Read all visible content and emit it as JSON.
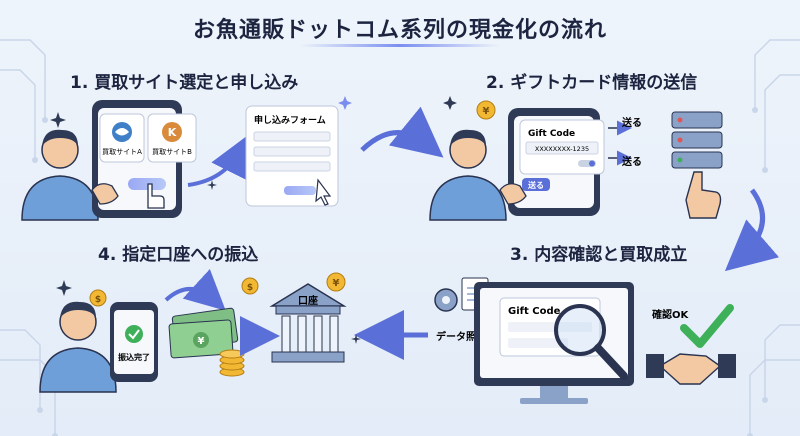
{
  "title": "お魚通販ドットコム系列の現金化の流れ",
  "steps": {
    "step1": {
      "title": "1. 買取サイト選定と申し込み",
      "site_a": "買取サイトA",
      "site_b": "買取サイトB",
      "form_title": "申し込みフォーム"
    },
    "step2": {
      "title": "2. ギフトカード情報の送信",
      "card_label": "Gift Code",
      "code": "XXXXXXXX-1235",
      "send_button": "送る",
      "send_1": "送る",
      "send_2": "送る"
    },
    "step3": {
      "title": "3. 内容確認と買取成立",
      "screen_label": "Gift Code",
      "data_match": "データ照合",
      "confirm_ok": "確認OK"
    },
    "step4": {
      "title": "4. 指定口座への振込",
      "transfer_done": "振込完了",
      "bank_label": "口座"
    }
  },
  "colors": {
    "accent": "#7b8ef0",
    "arrow": "#5b6fd8",
    "check": "#3fb05a",
    "coin": "#f2b733",
    "shirt": "#6f9fd8"
  }
}
